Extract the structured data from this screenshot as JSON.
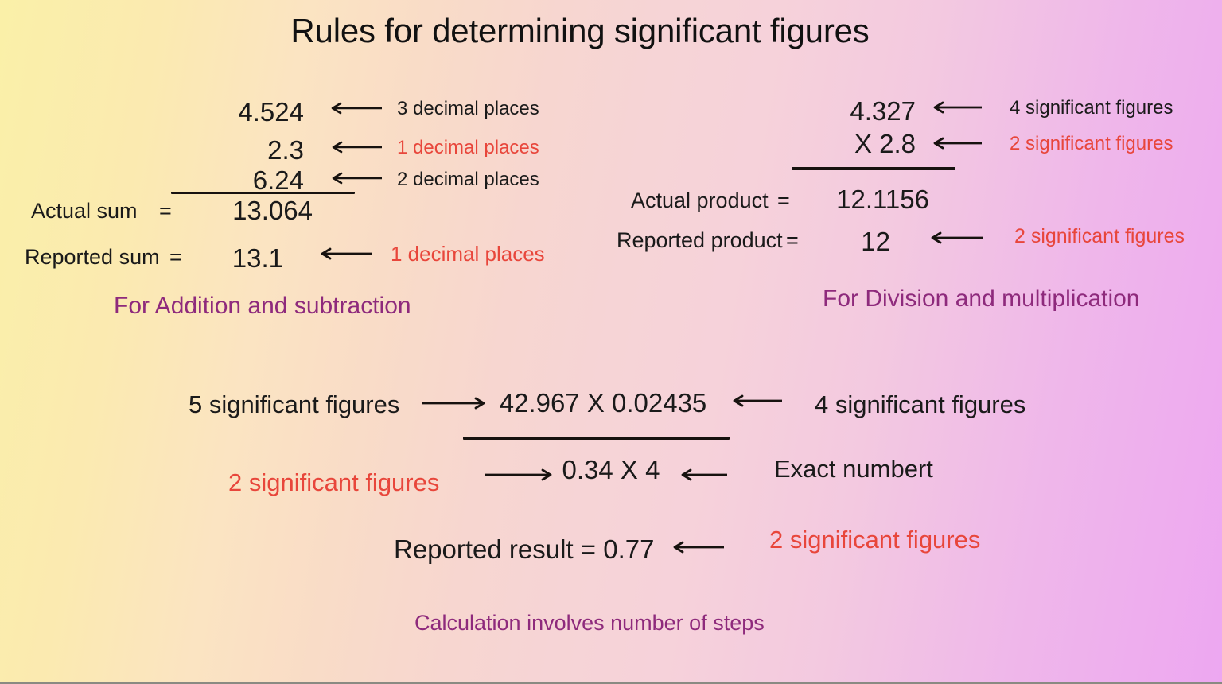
{
  "page": {
    "title": "Rules for determining significant figures",
    "colors": {
      "ink": "#111111",
      "red": "#e8463b",
      "purple": "#8e2a7c",
      "bg_left": "#faf0a8",
      "bg_mid": "#f6d4d6",
      "bg_right": "#eda7f1",
      "rule": "#17120f"
    }
  },
  "addition_block": {
    "section_label": "For Addition and subtraction",
    "operands": [
      {
        "value": "4.524",
        "note": "3 decimal places",
        "note_color": "ink"
      },
      {
        "value": "2.3",
        "note": "1 decimal places",
        "note_color": "red"
      },
      {
        "value": "6.24",
        "note": "2 decimal places",
        "note_color": "ink"
      }
    ],
    "actual_label": "Actual sum",
    "actual_equals": "=",
    "actual_value": "13.064",
    "reported_label": "Reported sum",
    "reported_equals": "=",
    "reported_value": "13.1",
    "reported_note": "1 decimal places"
  },
  "multiplication_block": {
    "section_label": "For Division and multiplication",
    "operands": [
      {
        "value": "4.327",
        "note": "4 significant figures",
        "note_color": "ink"
      },
      {
        "value": "X 2.8",
        "note": "2 significant figures",
        "note_color": "red"
      }
    ],
    "actual_label": "Actual product",
    "actual_equals": "=",
    "actual_value": "12.1156",
    "reported_label": "Reported product",
    "reported_equals": "=",
    "reported_value": "12",
    "reported_note": "2 significant figures"
  },
  "multistep_block": {
    "section_label": "Calculation involves number of steps",
    "numerator": "42.967 X 0.02435",
    "numerator_left_note": "5 significant figures",
    "numerator_right_note": "4 significant figures",
    "denominator": "0.34 X 4",
    "denominator_left_note": "2 significant figures",
    "denominator_right_note": "Exact numbert",
    "result_text": "Reported result = 0.77",
    "result_note": "2 significant figures"
  }
}
